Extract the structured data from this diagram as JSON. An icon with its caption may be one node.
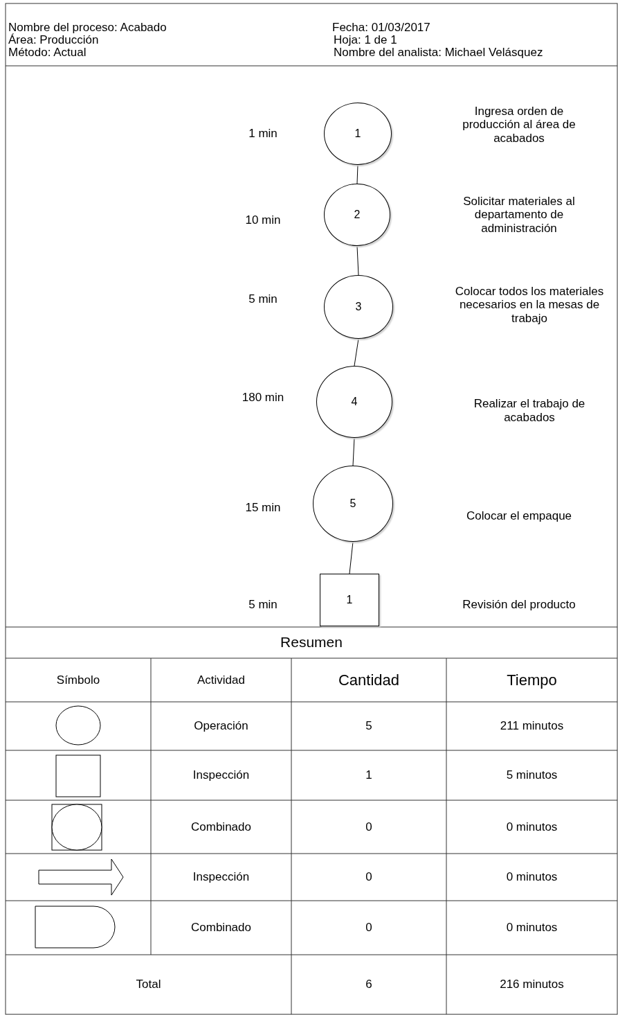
{
  "diagram": {
    "nodes": [
      {
        "text": [
          "1"
        ],
        "beside": [
          "1 min"
        ]
      },
      {
        "text": [
          "2"
        ],
        "beside": [
          "10 min"
        ]
      },
      {
        "text": [
          "3"
        ],
        "beside": [
          "5 min"
        ]
      },
      {
        "text": [
          "4"
        ],
        "beside": [
          "180 min"
        ]
      },
      {
        "text": [
          "5"
        ],
        "beside": [
          "15 min"
        ]
      },
      {
        "text": [
          "1"
        ],
        "beside": [
          "5 min"
        ]
      }
    ],
    "edges": [
      {
        "from": 0,
        "to": 1,
        "arrow": "none"
      },
      {
        "from": 1,
        "to": 2,
        "arrow": "none"
      },
      {
        "from": 2,
        "to": 3,
        "arrow": "none"
      },
      {
        "from": 3,
        "to": 4,
        "arrow": "none"
      },
      {
        "from": 4,
        "to": 5,
        "arrow": "none"
      }
    ],
    "labels": [
      "Nombre del proceso: Acabado",
      "Área: Producción",
      "Método: Actual",
      "Fecha: 01/03/2017",
      "Hoja: 1 de 1",
      "Nombre del analista: Michael Velásquez",
      "Ingresa orden de producción al área de acabados",
      "Solicitar materiales al departamento de administración",
      "Colocar todos los materiales necesarios en la mesas de trabajo",
      "Realizar el trabajo de acabados",
      "Colocar el empaque",
      "Revisión del producto",
      "Resumen",
      "Símbolo",
      "Actividad",
      "Cantidad",
      "Tiempo",
      "Operación",
      "5",
      "211 minutos",
      "Inspección",
      "1",
      "5 minutos",
      "Combinado",
      "0",
      "0 minutos",
      "Inspección",
      "0",
      "0 minutos",
      "Combinado",
      "0",
      "0 minutos",
      "Total",
      "6",
      "216 minutos"
    ]
  }
}
